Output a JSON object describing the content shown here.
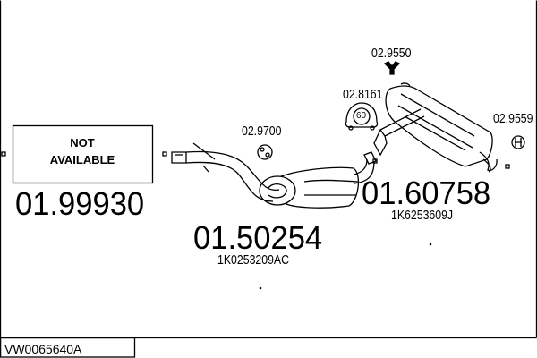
{
  "diagram": {
    "code": "VW0065640A",
    "parts": [
      {
        "number": "01.99930",
        "status_line1": "NOT",
        "status_line2": "AVAILABLE"
      },
      {
        "number": "01.50254",
        "oe": "1K0253209AC"
      },
      {
        "number": "01.60758",
        "oe": "1K6253609J"
      }
    ],
    "accessories": [
      {
        "number": "02.9700"
      },
      {
        "number": "02.9550"
      },
      {
        "number": "02.8161",
        "label": "60"
      },
      {
        "number": "02.9559"
      }
    ]
  }
}
